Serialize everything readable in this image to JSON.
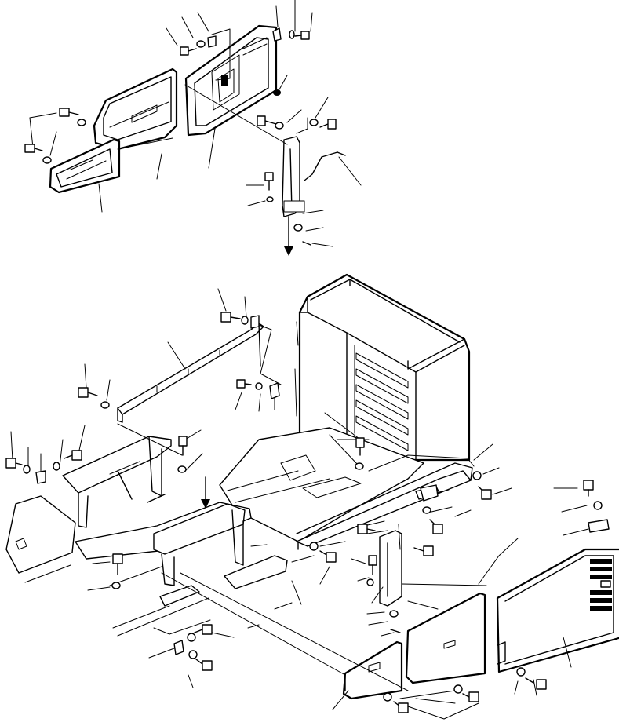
{
  "diagram": {
    "kind": "exploded-parts-drawing",
    "line_color": "#000000",
    "background": "#ffffff",
    "direction_arrows": [
      "arrow-down",
      "arrow-down"
    ],
    "parts": [
      "upper-door-panel",
      "upper-inner-door-panel",
      "upper-small-door",
      "upper-hinge-bracket",
      "upper-latch-rod",
      "cab-frame",
      "floor-frame",
      "left-side-rail",
      "right-side-rail",
      "rear-support-bar",
      "rear-cover-panel",
      "side-door-panel",
      "side-grille-panel",
      "bottom-plate"
    ],
    "fasteners": [
      "bolt",
      "washer",
      "clip"
    ]
  }
}
